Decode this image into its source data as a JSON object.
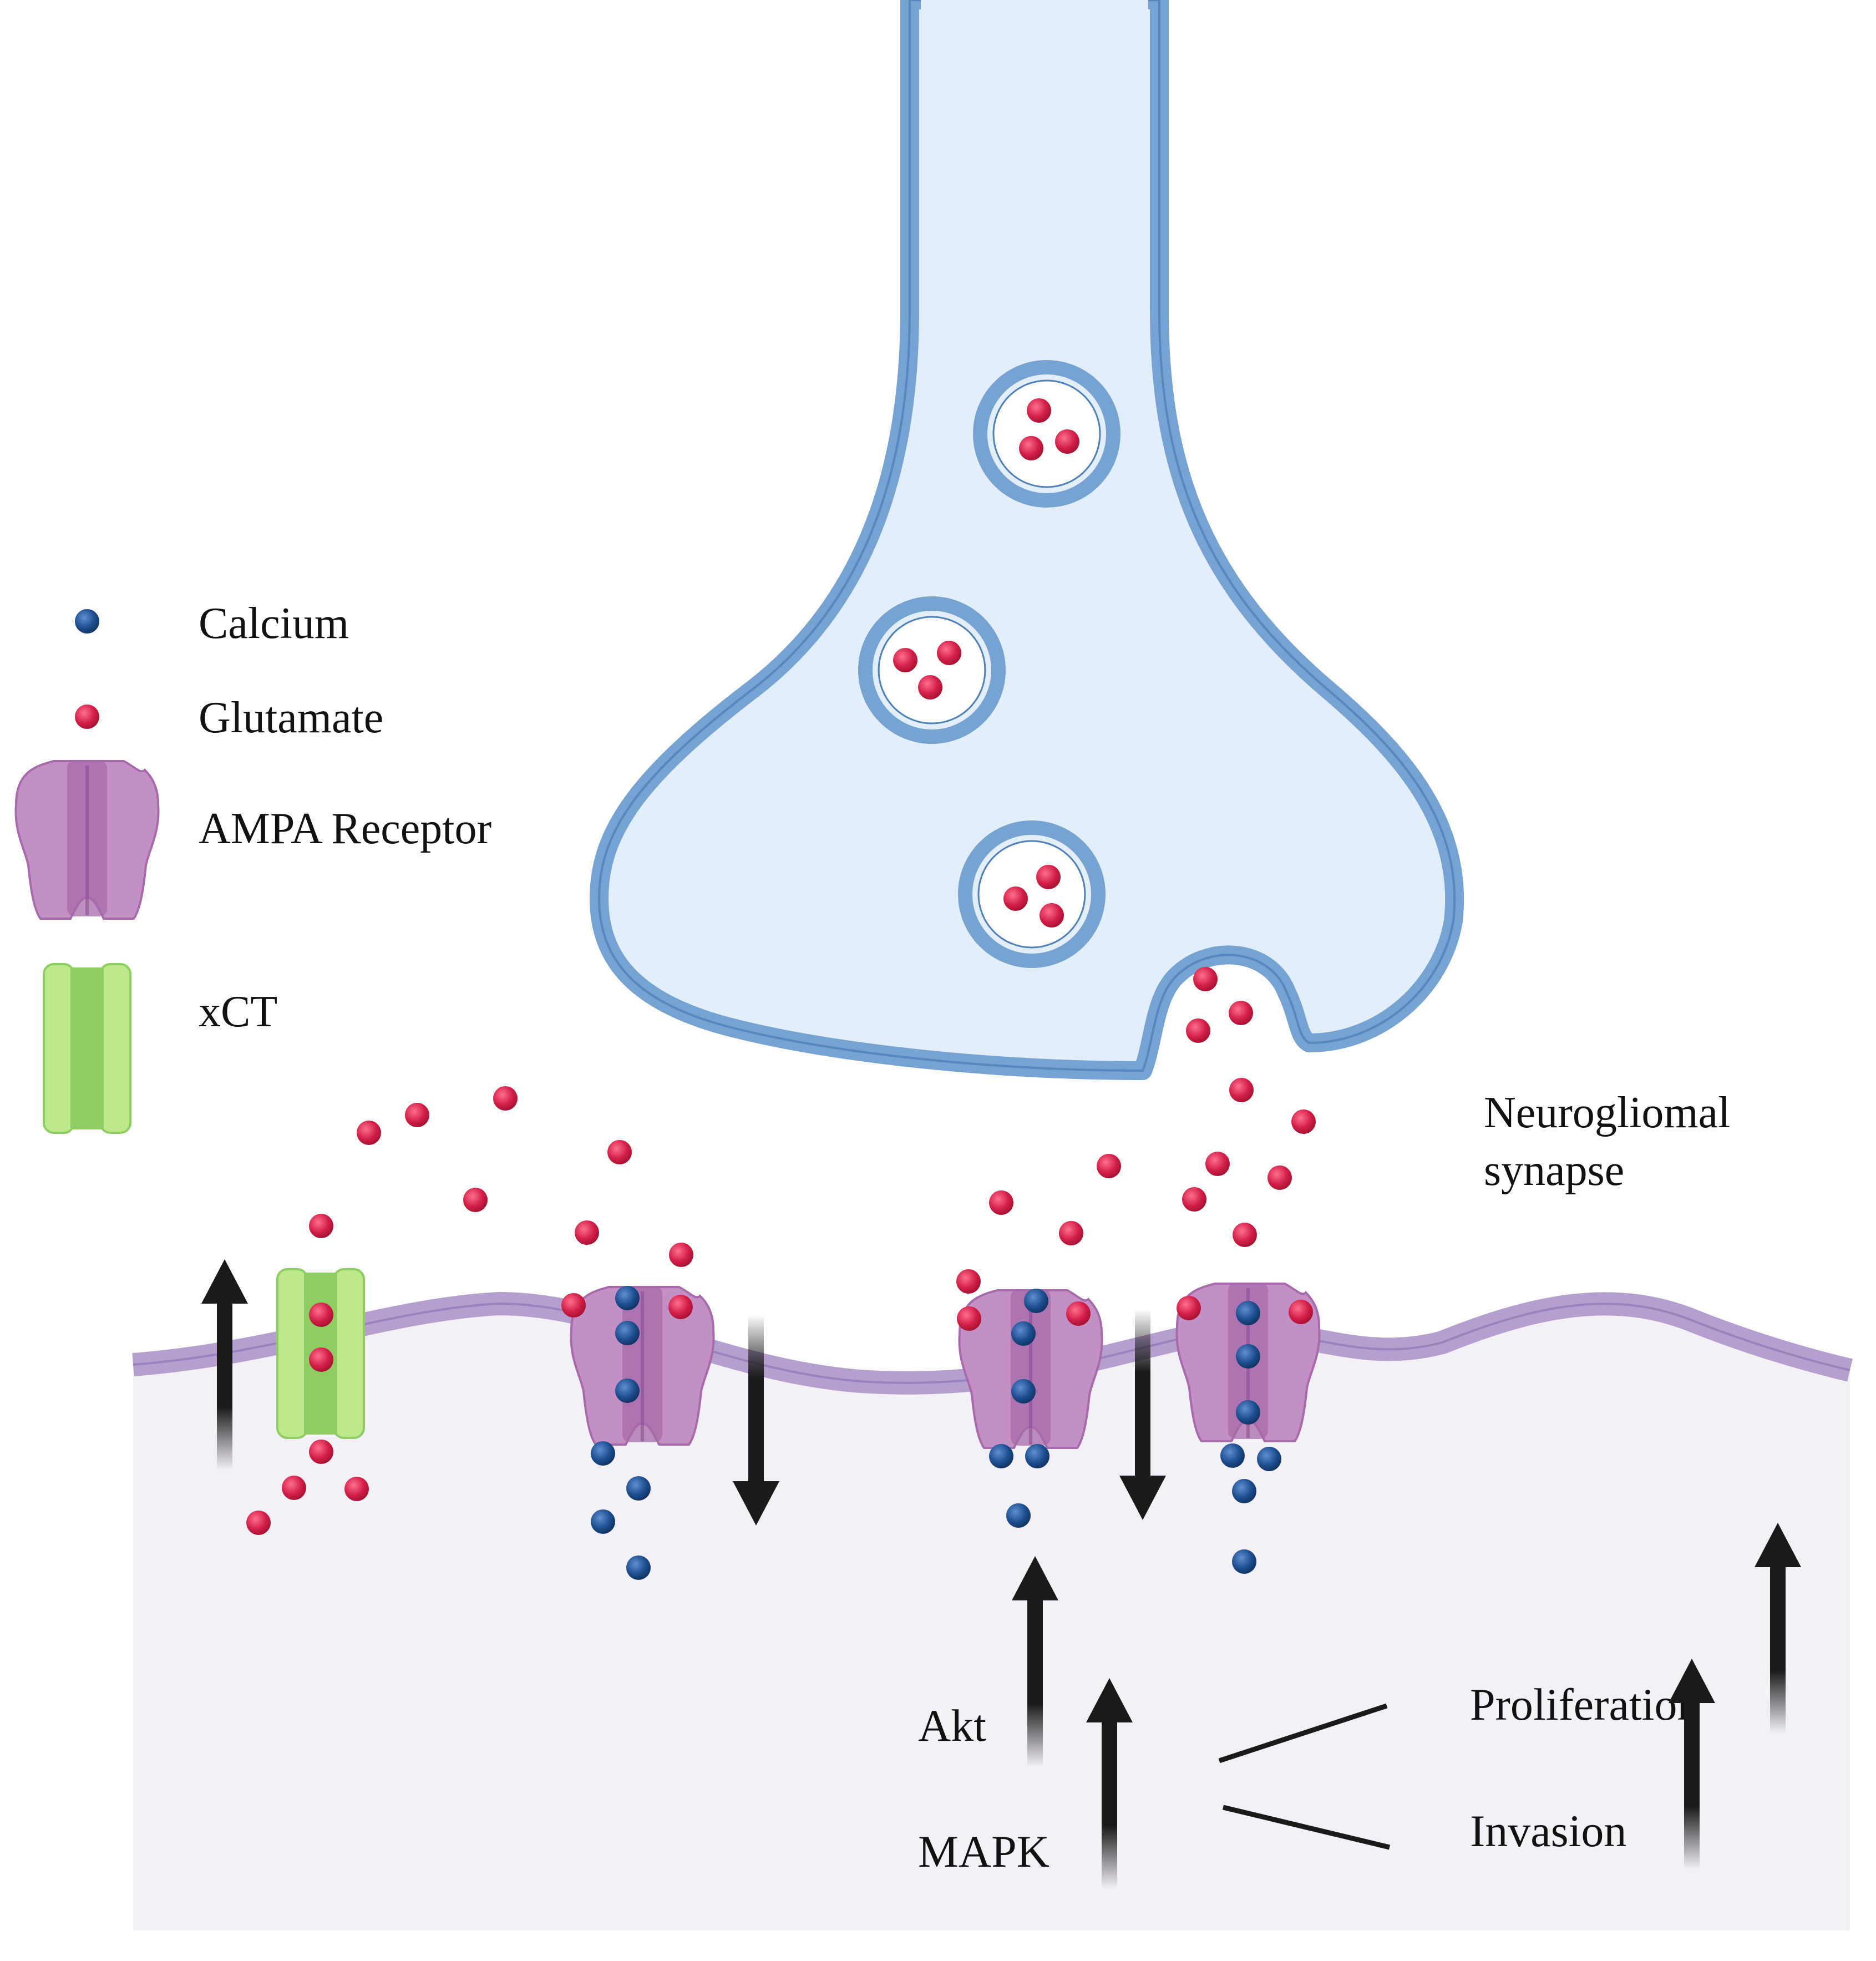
{
  "legend": {
    "calcium": "Calcium",
    "glutamate": "Glutamate",
    "ampa_receptor": "AMPA Receptor",
    "xct": "xCT"
  },
  "labels": {
    "synapse_line1": "Neurogliomal",
    "synapse_line2": "synapse"
  },
  "signaling": {
    "akt": "Akt",
    "mapk": "MAPK",
    "proliferation": "Proliferation",
    "invasion": "Invasion"
  },
  "colors": {
    "calcium": "#1d4e8f",
    "glutamate": "#d21f48",
    "neuron_fill": "#e2eefa",
    "neuron_stroke": "#76a3d2",
    "membrane": "#b49fce",
    "cell_fill": "#f4f0f8",
    "ampa": "#c390c6",
    "ampa_dark": "#a76aaa",
    "xct": "#bde98a",
    "xct_dark": "#8dcd62",
    "arrow": "#1a1a1a"
  }
}
